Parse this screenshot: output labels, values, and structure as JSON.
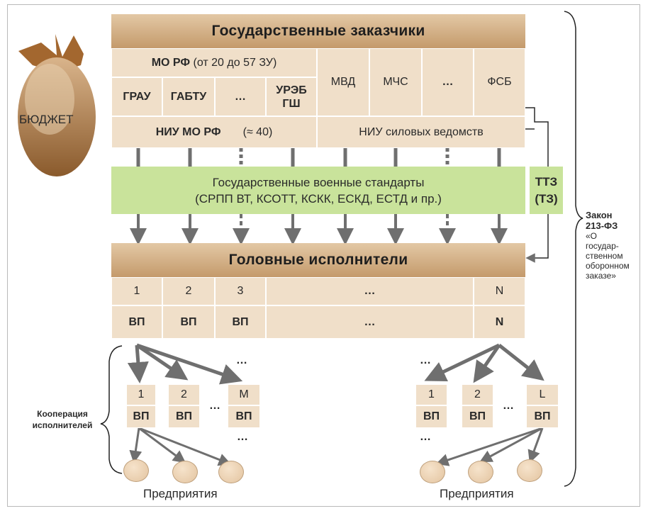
{
  "budget_label": "БЮДЖЕТ",
  "customers": {
    "header": "Государственные заказчики",
    "mo_title_bold": "МО РФ",
    "mo_title_rest": "(от 20 до 57 ЗУ)",
    "mo_units": [
      "ГРАУ",
      "ГАБТУ",
      "…",
      "УРЭБ ГШ"
    ],
    "other_agencies": [
      "МВД",
      "МЧС",
      "…",
      "ФСБ"
    ],
    "niu_mo": "НИУ МО РФ",
    "niu_mo_count": "(≈ 40)",
    "niu_power": "НИУ силовых ведомств"
  },
  "standards": {
    "line1": "Государственные военные стандарты",
    "line2": "(СРПП ВТ, КСОТТ, КСКК, ЕСКД, ЕСТД и пр.)"
  },
  "ttz": {
    "line1": "ТТЗ",
    "line2": "(ТЗ)"
  },
  "contractors": {
    "header": "Головные исполнители",
    "numbers": [
      "1",
      "2",
      "3",
      "…",
      "N"
    ],
    "vp": [
      "ВП",
      "ВП",
      "ВП",
      "…",
      "N"
    ]
  },
  "law": {
    "title": "Закон 213-ФЗ",
    "text": "«О государ-ственном оборонном заказе»"
  },
  "cooperation_label": "Кооперация исполнителей",
  "left_group": {
    "numbers": [
      "1",
      "2",
      "M"
    ],
    "vp": [
      "ВП",
      "ВП",
      "ВП"
    ]
  },
  "right_group": {
    "numbers": [
      "1",
      "2",
      "L"
    ],
    "vp": [
      "ВП",
      "ВП",
      "ВП"
    ]
  },
  "ellipsis": "…",
  "enterprises_label": "Предприятия",
  "colors": {
    "header": "#c49a6b",
    "cell": "#f0dfc9",
    "green": "#c9e39b",
    "arrow": "#6f6f6f"
  }
}
